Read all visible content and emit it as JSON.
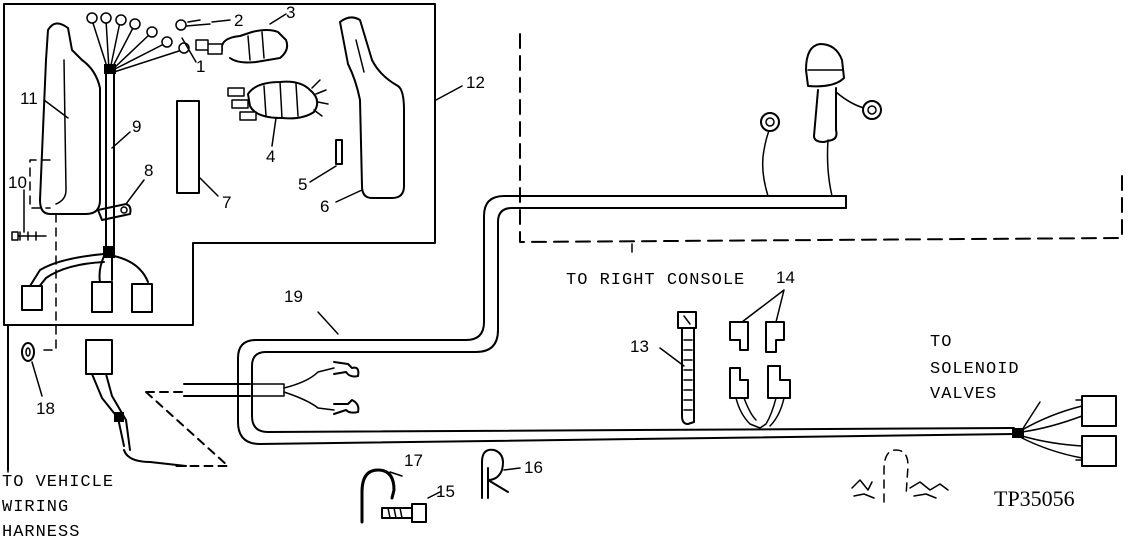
{
  "figure": {
    "reference": "TP35056",
    "callouts": {
      "c1": "1",
      "c2": "2",
      "c3": "3",
      "c4": "4",
      "c5": "5",
      "c6": "6",
      "c7": "7",
      "c8": "8",
      "c9": "9",
      "c10": "10",
      "c11": "11",
      "c12": "12",
      "c13": "13",
      "c14": "14",
      "c15": "15",
      "c16": "16",
      "c17": "17",
      "c18": "18",
      "c19": "19"
    },
    "labels": {
      "right_console": "TO RIGHT CONSOLE",
      "solenoid_line1": "TO",
      "solenoid_line2": "SOLENOID",
      "solenoid_line3": "VALVES",
      "vehicle_line1": "TO VEHICLE",
      "vehicle_line2": "WIRING",
      "vehicle_line3": "HARNESS"
    }
  }
}
